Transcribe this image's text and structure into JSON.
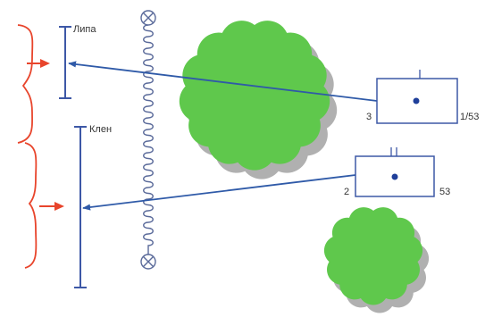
{
  "colors": {
    "bracket": "#e8452c",
    "arrow": "#e8452c",
    "scale": "#3d58a6",
    "pointer_line": "#2f5aa8",
    "coil": "#5a6a9a",
    "tree_fill": "#5fc84c",
    "tree_shadow": "#b0b0b0",
    "box_border": "#3d58a6",
    "dot": "#1f3f9a",
    "text": "#333333"
  },
  "icons": [
    "lamp-cross-icon",
    "tree-icon"
  ],
  "scales": [
    {
      "name": "Липа"
    },
    {
      "name": "Клен"
    }
  ],
  "instruments": [
    {
      "left_label": "3",
      "right_label": "1/53"
    },
    {
      "left_label": "2",
      "right_label": "53"
    }
  ]
}
